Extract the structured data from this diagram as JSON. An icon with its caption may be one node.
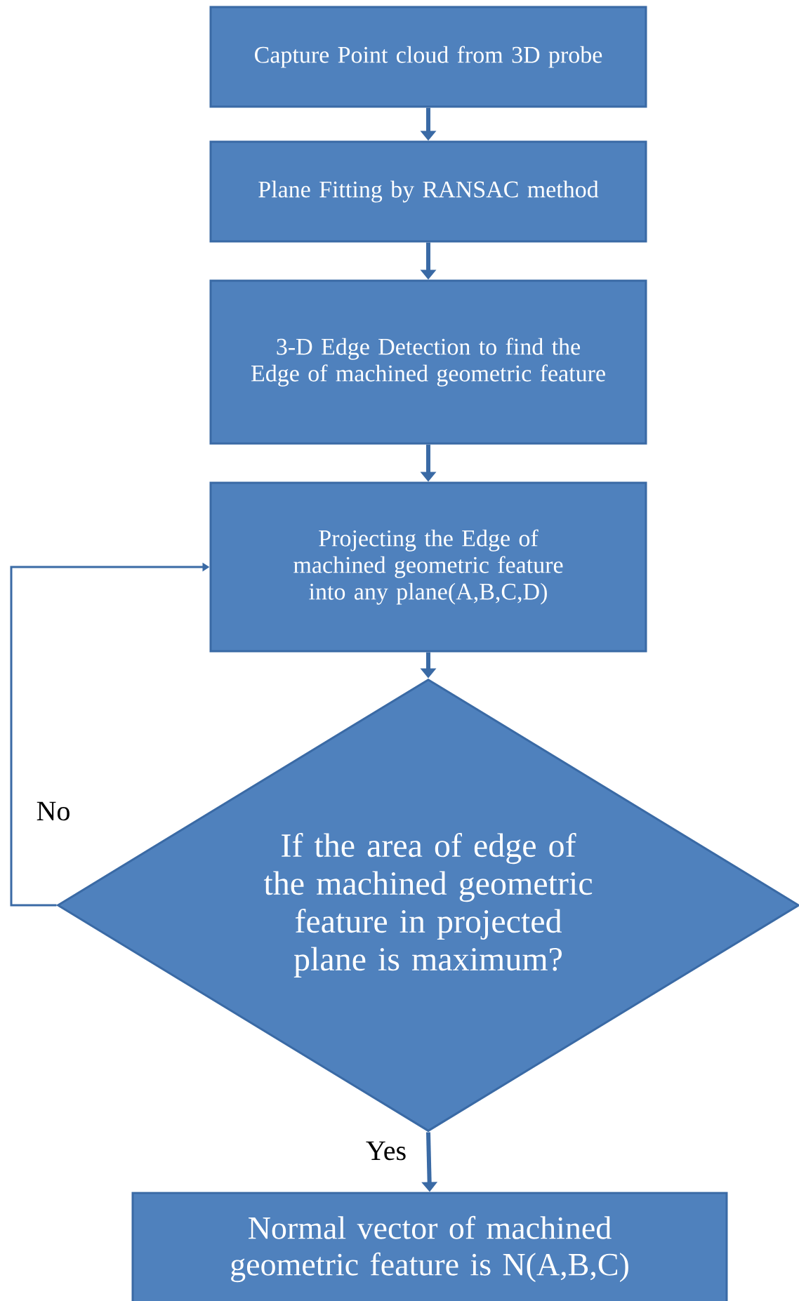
{
  "diagram": {
    "nodes": [
      {
        "text": [
          "Capture Point cloud from 3D probe"
        ]
      },
      {
        "text": [
          "Plane Fitting by RANSAC method"
        ]
      },
      {
        "text": [
          "3-D Edge Detection to find the Edge of machined geometric feature"
        ]
      },
      {
        "text": [
          "Projecting the Edge of machined geometric feature into any plane(A,B,C,D)"
        ]
      },
      {
        "text": [
          "If the area of edge of the machined geometric feature in projected plane is maximum?"
        ]
      },
      {
        "text": [
          "Normal vector of machined geometric feature is N(A,B,C)"
        ]
      }
    ],
    "edges": [
      {
        "from": 0,
        "to": 1,
        "arrow": "to"
      },
      {
        "from": 1,
        "to": 2,
        "arrow": "to"
      },
      {
        "from": 2,
        "to": 3,
        "arrow": "to"
      },
      {
        "from": 3,
        "to": 4,
        "arrow": "to"
      },
      {
        "from": 4,
        "to": 3,
        "arrow": "to",
        "label": "No"
      },
      {
        "from": 4,
        "to": 5,
        "arrow": "to",
        "label": "Yes"
      }
    ]
  }
}
